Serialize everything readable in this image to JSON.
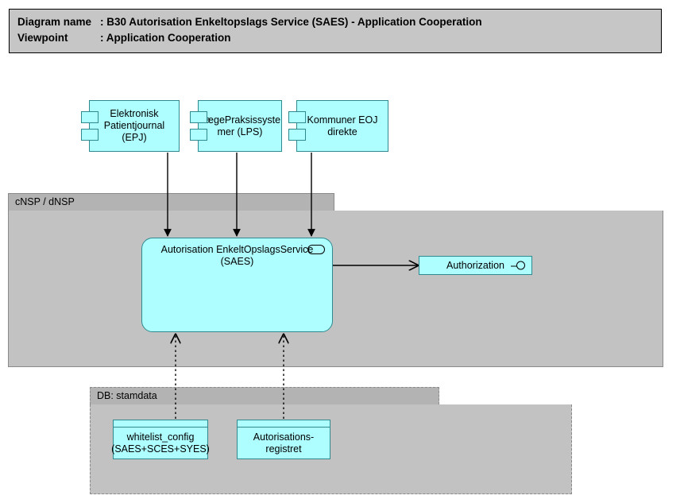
{
  "title": {
    "line1_key": "Diagram name",
    "line1_sep": ": ",
    "line1_value": "B30 Autorisation Enkeltopslags Service (SAES) - Application Cooperation",
    "line2_key": "Viewpoint",
    "line2_sep": ": ",
    "line2_value": "Application Cooperation"
  },
  "groups": {
    "cnsp": {
      "label": "cNSP / dNSP",
      "border_style": "solid"
    },
    "stamdata": {
      "label": "DB: stamdata",
      "border_style": "dashed"
    }
  },
  "components": [
    {
      "id": "epj",
      "label": "Elektronisk\nPatientjournal\n(EPJ)",
      "icon": "uml-component-icon"
    },
    {
      "id": "lps",
      "label": "LægePraksissyste\nmer (LPS)",
      "icon": "uml-component-icon"
    },
    {
      "id": "keoj",
      "label": "Kommuner EOJ\ndirekte",
      "icon": "uml-component-icon"
    }
  ],
  "service": {
    "label": "Autorisation EnkeltOpslagsService\n(SAES)",
    "icon": "application-service-icon"
  },
  "interface": {
    "label": "Authorization",
    "icon": "lollipop-interface-icon"
  },
  "data_objects": [
    {
      "id": "whitelist",
      "label": "whitelist_config\n(SAES+SCES+SYES)"
    },
    {
      "id": "autreg",
      "label": "Autorisations-\nregistret"
    }
  ],
  "colors": {
    "element_fill": "#AEFEFF",
    "element_stroke": "#2F8A8F",
    "group_body": "#C2C2C2",
    "group_tab": "#B3B3B3",
    "group_stroke": "#8A8A8A",
    "title_fill": "#C6C6C6",
    "line": "#000000"
  },
  "connectors": [
    {
      "name": "epj-to-saes",
      "style": "solid",
      "arrow": "filled",
      "direction": "down"
    },
    {
      "name": "lps-to-saes",
      "style": "solid",
      "arrow": "filled",
      "direction": "down"
    },
    {
      "name": "keoj-to-saes",
      "style": "solid",
      "arrow": "filled",
      "direction": "down"
    },
    {
      "name": "saes-to-authorization",
      "style": "solid",
      "arrow": "open",
      "direction": "right"
    },
    {
      "name": "whitelist-to-saes",
      "style": "dotted",
      "arrow": "open",
      "direction": "up"
    },
    {
      "name": "autreg-to-saes",
      "style": "dotted",
      "arrow": "open",
      "direction": "up"
    }
  ]
}
